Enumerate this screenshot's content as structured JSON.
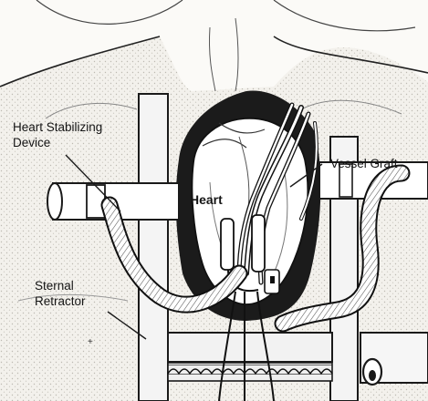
{
  "labels": {
    "stabilizer": {
      "line1": "Heart Stabilizing",
      "line2": "Device"
    },
    "graft": "Vessel Graft",
    "heart": "Heart",
    "retractor": {
      "line1": "Sternal",
      "line2": "Retractor"
    }
  }
}
